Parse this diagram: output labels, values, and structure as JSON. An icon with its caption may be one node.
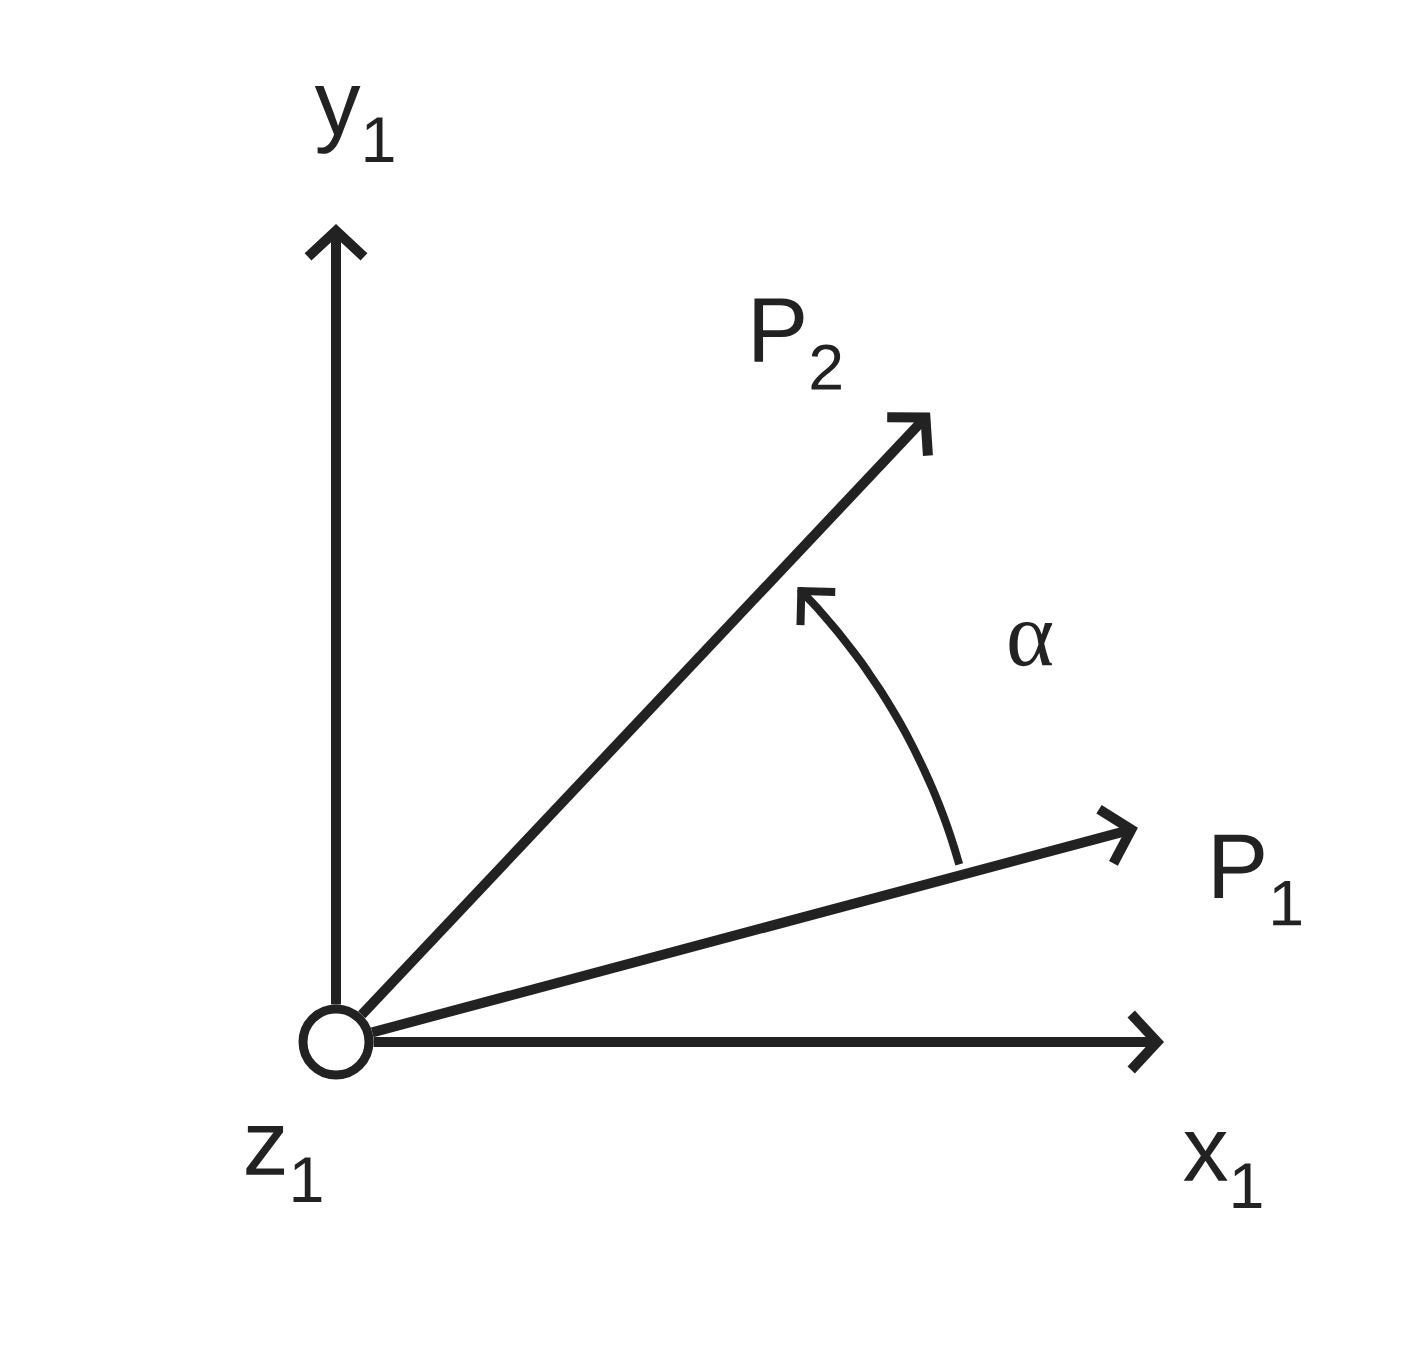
{
  "diagram": {
    "nodes": [
      {
        "text": [
          "P$_{2}$"
        ]
      },
      {
        "text": [
          "P$_{1}$"
        ]
      },
      {
        "text": [],
        "shape": "circle",
        "beside": [
          "z$_{1}$"
        ]
      }
    ],
    "edges": [
      {
        "from": 2,
        "to": 1,
        "arrow": "to"
      },
      {
        "from": 2,
        "to": 0,
        "arrow": "to"
      }
    ],
    "labels": [
      "y$_{1}$",
      "α",
      "x$_{1}$"
    ]
  }
}
